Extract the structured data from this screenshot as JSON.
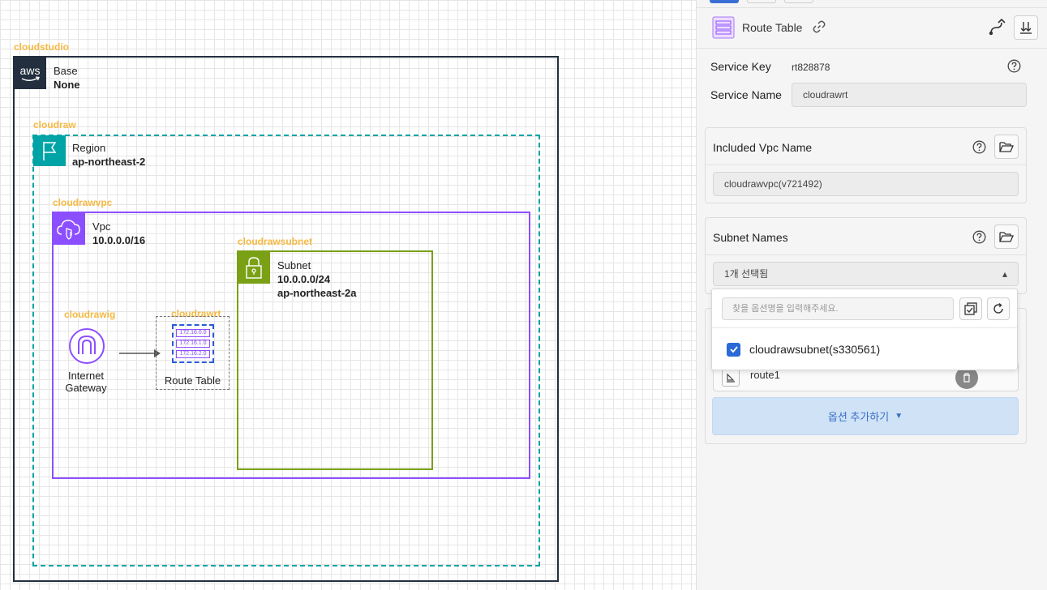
{
  "diagram": {
    "base": {
      "group_title": "cloudstudio",
      "label": "Base",
      "value": "None",
      "icon": "aws-logo-icon",
      "icon_text": "aws"
    },
    "region": {
      "group_title": "cloudraw",
      "label": "Region",
      "value": "ap-northeast-2",
      "icon": "flag-icon"
    },
    "vpc": {
      "group_title": "cloudrawvpc",
      "label": "Vpc",
      "value": "10.0.0.0/16",
      "icon": "vpc-cloud-icon"
    },
    "subnet": {
      "group_title": "cloudrawsubnet",
      "label": "Subnet",
      "cidr": "10.0.0.0/24",
      "az": "ap-northeast-2a",
      "icon": "lock-icon"
    },
    "igw": {
      "group_title": "cloudrawig",
      "caption_line1": "Internet",
      "caption_line2": "Gateway",
      "icon": "internet-gateway-icon"
    },
    "route_table": {
      "group_title": "cloudrawrt",
      "caption": "Route Table",
      "icon": "route-table-icon",
      "rows": [
        "172.16.0.0",
        "172.16.1.0",
        "172.16.2.0"
      ]
    },
    "colors": {
      "base": "#232f3e",
      "region": "#00a4a6",
      "vpc": "#8c4fff",
      "subnet": "#7aa116",
      "group_title": "#f5b942"
    }
  },
  "panel": {
    "header": {
      "title": "Route Table"
    },
    "service_key": {
      "label": "Service Key",
      "value": "rt828878"
    },
    "service_name": {
      "label": "Service Name",
      "value": "cloudrawrt"
    },
    "included_vpc": {
      "label": "Included Vpc Name",
      "value": "cloudrawvpc(v721492)"
    },
    "subnet_names": {
      "label": "Subnet Names",
      "selected_summary": "1개 선택됨",
      "search_placeholder": "찾을 옵션명을 입력해주세요.",
      "options": [
        {
          "label": "cloudrawsubnet(s330561)",
          "checked": true
        }
      ]
    },
    "routes": {
      "partial_item_label": "route1"
    },
    "add_option_label": "옵션 추가하기",
    "accent_color": "#2a6ad6"
  }
}
